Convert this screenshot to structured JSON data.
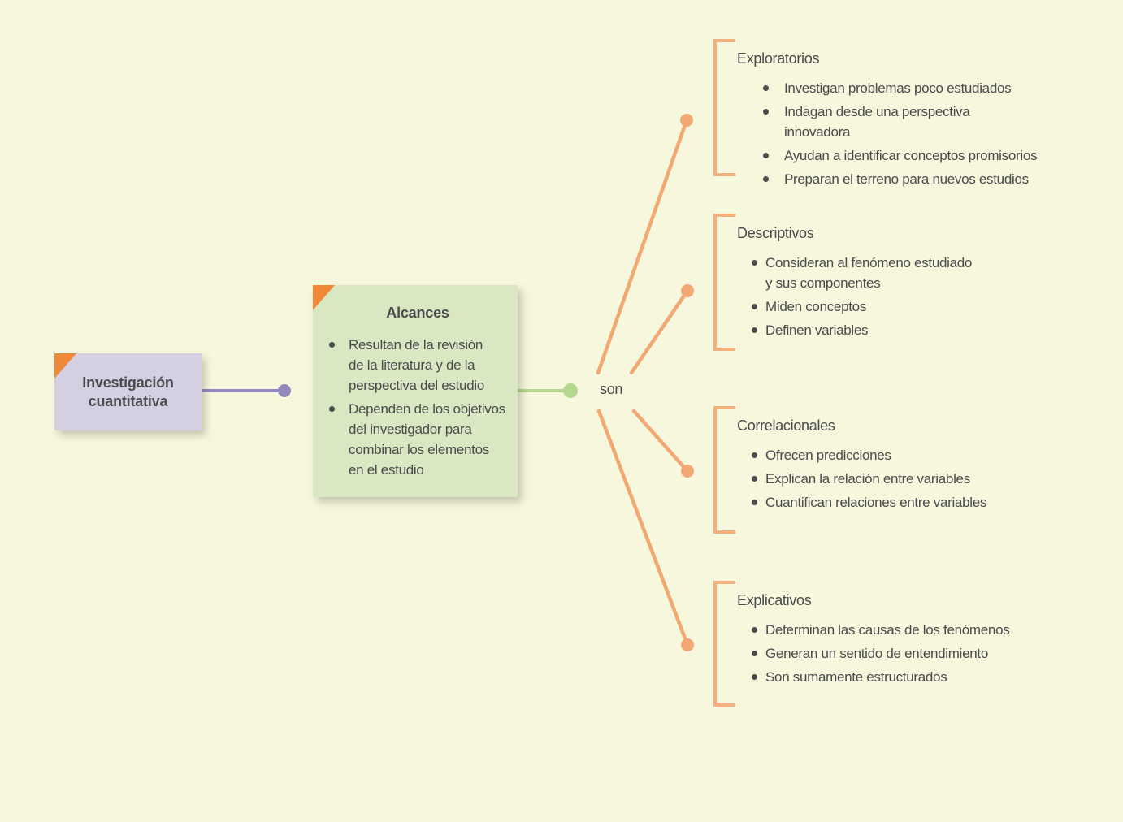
{
  "palette": {
    "background": "#f6f7dd",
    "corner_orange": "#f0883a",
    "root_fill": "#d4cfe2",
    "root_line": "#9289bc",
    "center_fill": "#d9e8c3",
    "center_line": "#b6d78f",
    "branch_line": "#f2a873",
    "bracket_orange": "#f3b07c",
    "text": "#4b4b4d"
  },
  "root": {
    "label": "Investigación cuantitativa"
  },
  "center": {
    "title": "Alcances",
    "bullets": [
      "Resultan de la revisión\nde la literatura y de la\nperspectiva del estudio",
      "Dependen de los objetivos\ndel investigador para\ncombinar los elementos\nen el estudio"
    ]
  },
  "connector_label": "son",
  "groups": [
    {
      "title": "Exploratorios",
      "bullets": [
        "Investigan problemas poco estudiados",
        "Indagan desde una perspectiva innovadora",
        "Ayudan a identificar conceptos promisorios",
        "Preparan el terreno para nuevos estudios"
      ]
    },
    {
      "title": "Descriptivos",
      "bullets": [
        "Consideran al fenómeno estudiado\ny sus componentes",
        "Miden conceptos",
        "Definen variables"
      ]
    },
    {
      "title": "Correlacionales",
      "bullets": [
        "Ofrecen predicciones",
        "Explican la relación entre variables",
        "Cuantifican relaciones entre variables"
      ]
    },
    {
      "title": "Explicativos",
      "bullets": [
        "Determinan las causas de los fenómenos",
        "Generan un sentido de entendimiento",
        "Son sumamente estructurados"
      ]
    }
  ]
}
